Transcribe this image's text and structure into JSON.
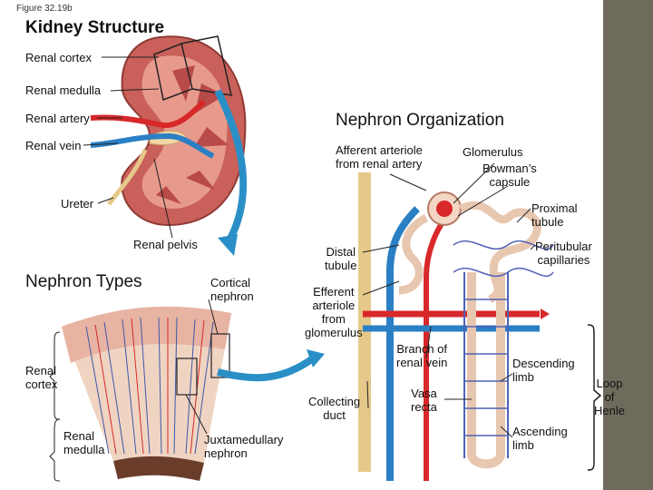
{
  "figure_label": "Figure 32.19b",
  "title": "Kidney Structure",
  "kidney_labels": {
    "cortex": "Renal cortex",
    "medulla": "Renal medulla",
    "artery": "Renal artery",
    "vein": "Renal vein",
    "ureter": "Ureter",
    "pelvis": "Renal pelvis"
  },
  "nephron_org": {
    "title": "Nephron Organization",
    "afferent": [
      "Afferent arteriole",
      "from renal artery"
    ],
    "glomerulus": "Glomerulus",
    "bowmans": [
      "Bowman’s",
      "capsule"
    ],
    "proximal": [
      "Proximal",
      "tubule"
    ],
    "peritubular": [
      "Peritubular",
      "capillaries"
    ],
    "distal": [
      "Distal",
      "tubule"
    ],
    "efferent": [
      "Efferent",
      "arteriole",
      "from",
      "glomerulus"
    ],
    "branch_vein": [
      "Branch of",
      "renal vein"
    ],
    "descending": [
      "Descending",
      "limb"
    ],
    "loop": [
      "Loop",
      "of",
      "Henle"
    ],
    "collecting": [
      "Collecting",
      "duct"
    ],
    "vasa": [
      "Vasa",
      "recta"
    ],
    "ascending": [
      "Ascending",
      "limb"
    ]
  },
  "nephron_types": {
    "title": "Nephron Types",
    "cortical": [
      "Cortical",
      "nephron"
    ],
    "renal_cortex": [
      "Renal",
      "cortex"
    ],
    "renal_medulla": [
      "Renal",
      "medulla"
    ],
    "juxtamedullary": [
      "Juxtamedullary",
      "nephron"
    ]
  },
  "colors": {
    "kidney": "#c9605a",
    "medulla": "#b94a4a",
    "artery": "#d8282a",
    "vein": "#2b7fc4",
    "tubule": "#e8c7b0",
    "accent_arrow": "#2a8fc6",
    "stripe": "#6e6a5c"
  }
}
